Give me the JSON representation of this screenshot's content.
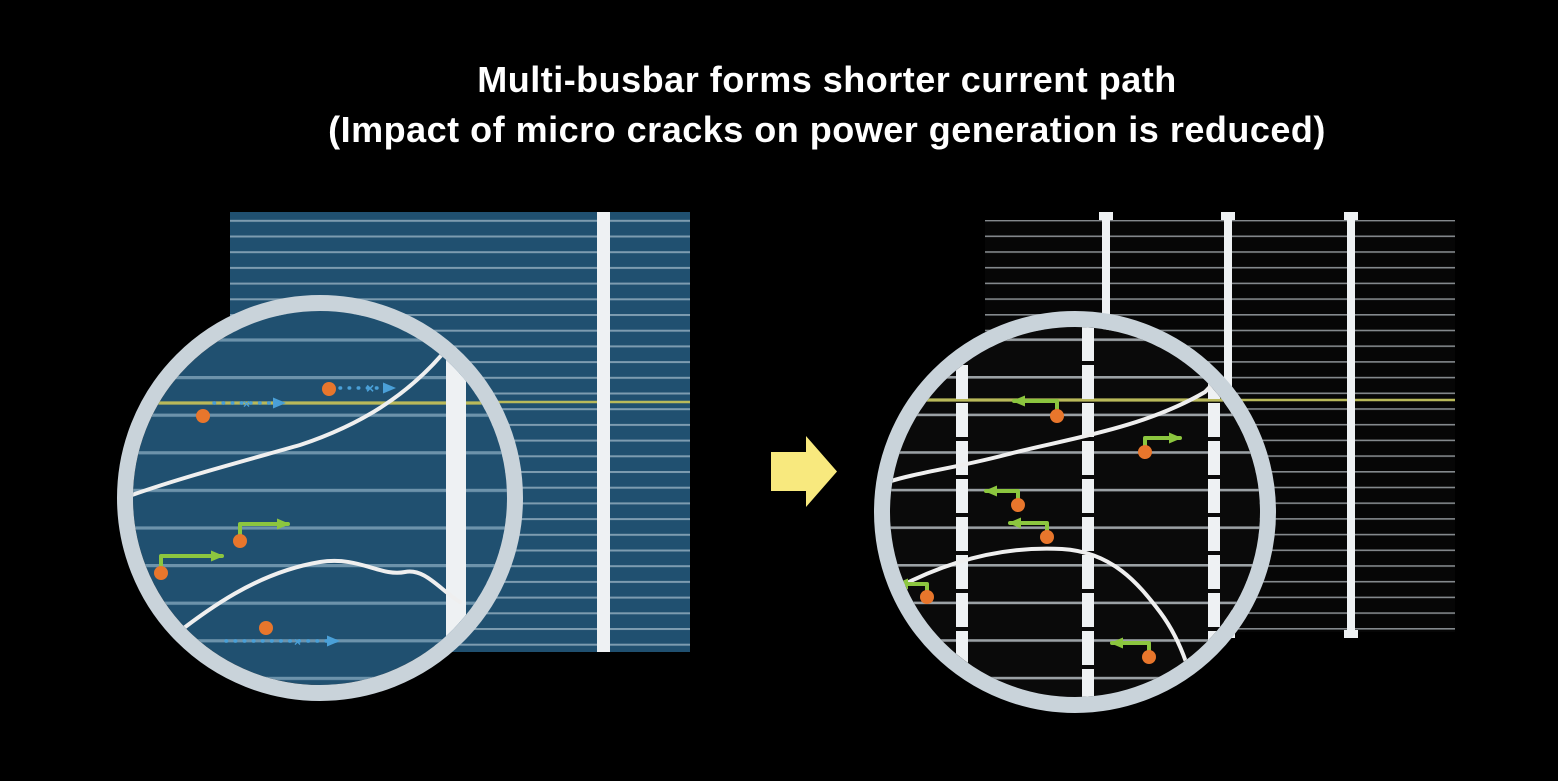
{
  "title": {
    "line1": "Multi-busbar forms shorter current path",
    "line2": "(Impact of micro cracks on power generation is reduced)"
  },
  "markers": {
    "blocked": "×"
  },
  "panels": {
    "left": {
      "kind": "conventional-busbar-cell"
    },
    "right": {
      "kind": "multi-busbar-cell"
    }
  },
  "icons": {
    "transition_arrow": "right-block-arrow",
    "left_magnifier": "magnifier-circle",
    "right_magnifier": "magnifier-circle"
  },
  "colors": {
    "background": "#000000",
    "title_text": "#ffffff",
    "conventional_cell_blue": "#205070",
    "finger_line_blue": "#7d9cb0",
    "multibusbar_cell_black": "#060606",
    "finger_line_gray": "#84898d",
    "busbar_white": "#eef1f3",
    "magnifier_ring": "#c9d3da",
    "micro_crack": "#efefef",
    "long_path_arrow_blue": "#4aa0d8",
    "short_path_arrow_green": "#8cc63f",
    "current_dot_orange": "#e8762c",
    "highlight_finger_olive": "#b9b95a",
    "transition_arrow_yellow": "#f8e97e"
  }
}
